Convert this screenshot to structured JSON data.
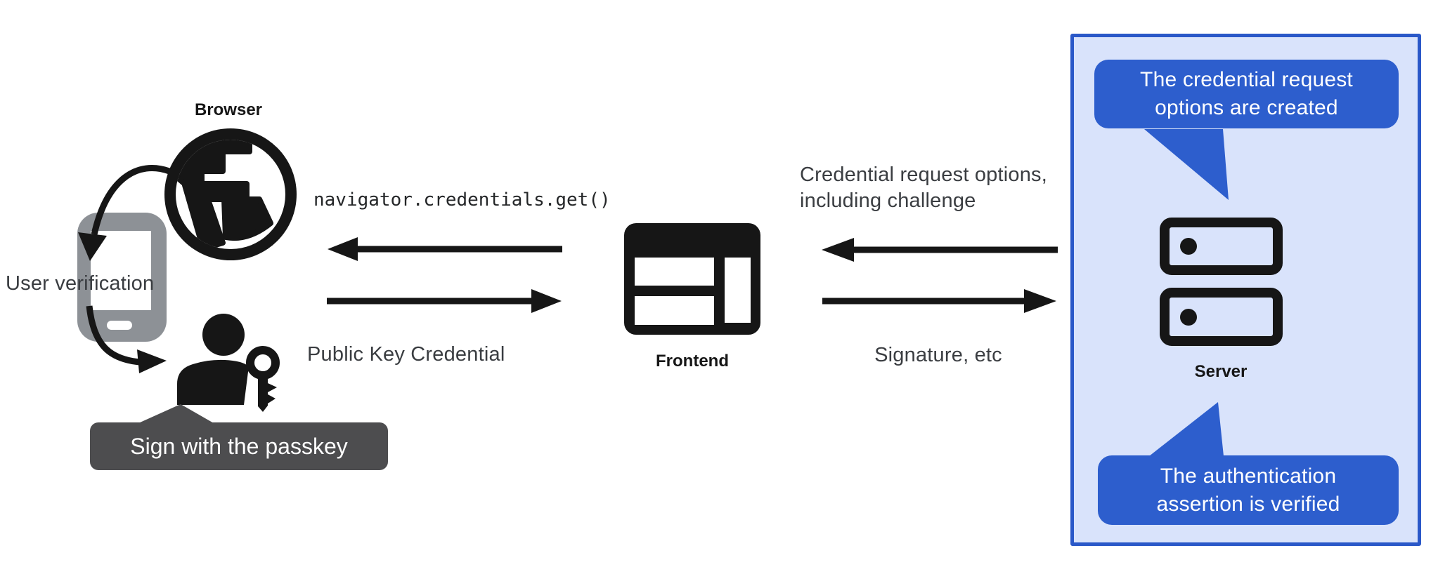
{
  "colors": {
    "accent_blue": "#2d5ecd",
    "panel_fill": "#d9e3fb",
    "panel_border": "#2a58c8",
    "tooltip_gray": "#4d4d4f",
    "phone_gray": "#8d9196",
    "icon_ink": "#161616",
    "annotation_text": "#3a3d41"
  },
  "browser_group": {
    "label": "Browser",
    "user_verification_label": "User verification",
    "passkey_tooltip": "Sign with the passkey"
  },
  "frontend_group": {
    "label": "Frontend"
  },
  "server_group": {
    "label": "Server",
    "top_bubble": {
      "line1": "The credential request",
      "line2": "options are created"
    },
    "bottom_bubble": {
      "line1": "The authentication",
      "line2": "assertion is verified"
    }
  },
  "flows": {
    "frontend_to_browser": {
      "code": "navigator.credentials.get()"
    },
    "browser_to_frontend": {
      "label": "Public Key Credential"
    },
    "server_to_frontend": {
      "line1": "Credential request options,",
      "line2": "including challenge"
    },
    "frontend_to_server": {
      "label": "Signature, etc"
    }
  }
}
